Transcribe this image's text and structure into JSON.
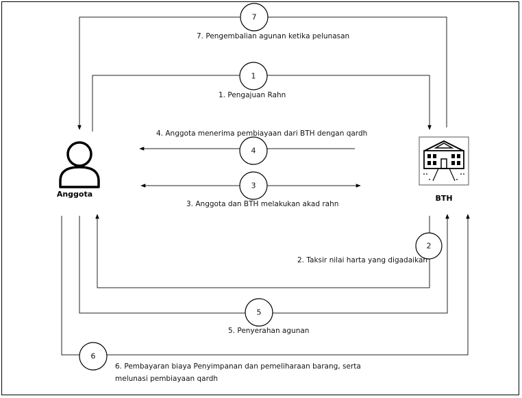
{
  "actors": {
    "member": "Anggota",
    "bank": "BTH"
  },
  "steps": {
    "s1": {
      "num": "1",
      "label": "1. Pengajuan Rahn"
    },
    "s2": {
      "num": "2",
      "label": "2. Taksir nilai harta yang digadaikan"
    },
    "s3": {
      "num": "3",
      "label": "3. Anggota dan BTH melakukan akad rahn"
    },
    "s4": {
      "num": "4",
      "label": "4. Anggota menerima pembiayaan dari BTH dengan qardh"
    },
    "s5": {
      "num": "5",
      "label": "5. Penyerahan agunan"
    },
    "s6": {
      "num": "6",
      "label_line1": "6. Pembayaran biaya Penyimpanan dan pemeliharaan barang, serta",
      "label_line2": "melunasi pembiayaan qardh"
    },
    "s7": {
      "num": "7",
      "label": "7. Pengembalian agunan ketika pelunasan"
    }
  },
  "icons": {
    "member": "person-icon",
    "bank": "building-icon"
  }
}
